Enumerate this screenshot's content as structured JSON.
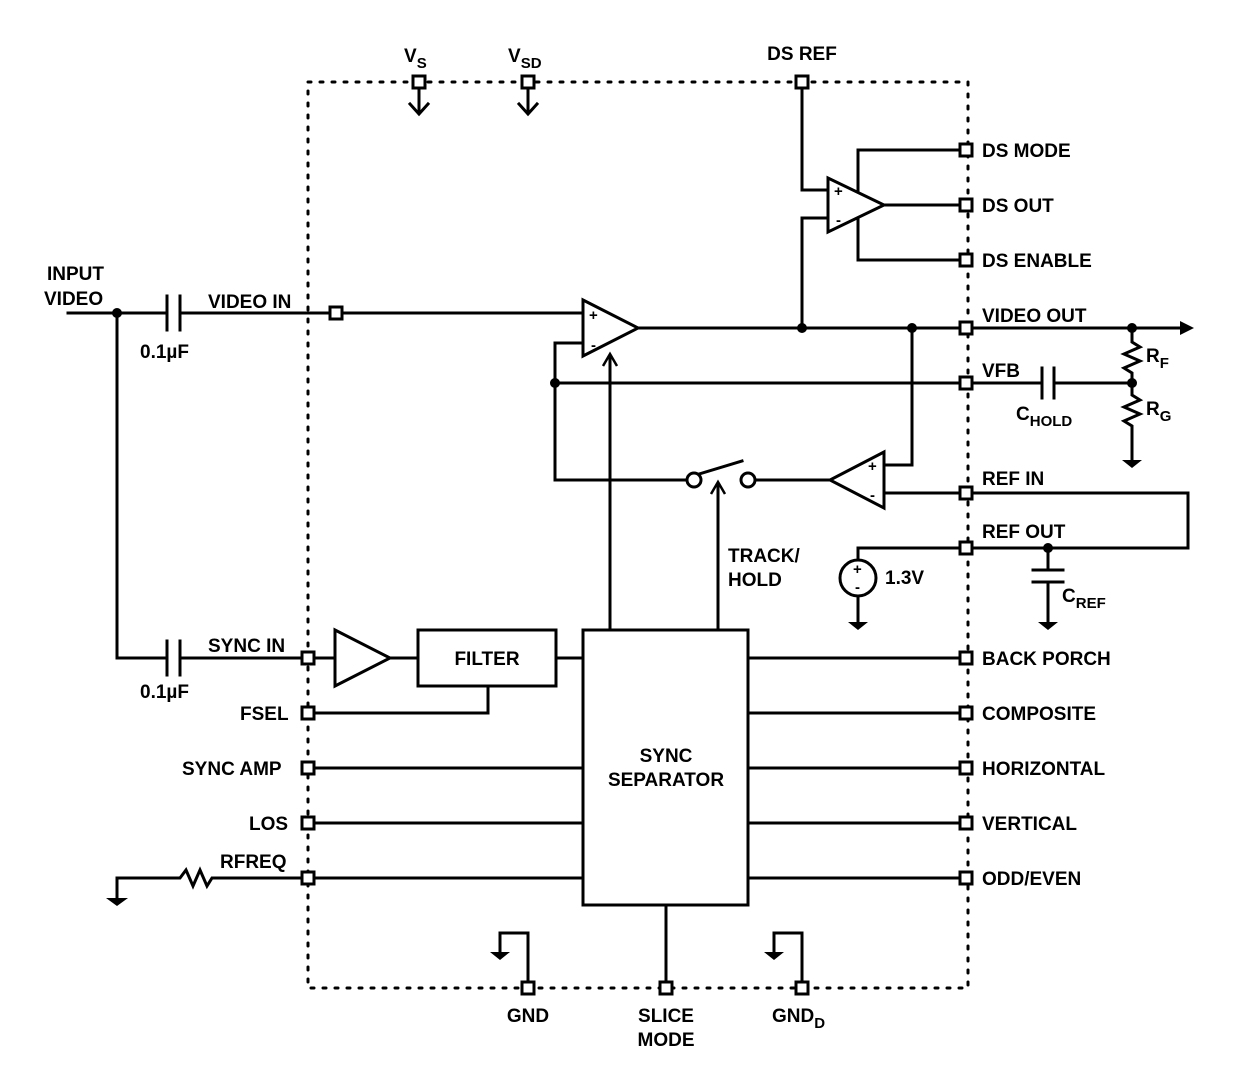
{
  "labels": {
    "input_video_1": "INPUT",
    "input_video_2": "VIDEO",
    "video_in": "VIDEO IN",
    "cap_top": "0.1µF",
    "sync_in": "SYNC IN",
    "cap_bottom": "0.1µF",
    "fsel": "FSEL",
    "sync_amp": "SYNC AMP",
    "los": "LOS",
    "rfreq": "RFREQ",
    "vs_main": "V",
    "vs_sub": "S",
    "vsd_main": "V",
    "vsd_sub": "SD",
    "ds_ref": "DS REF",
    "ds_mode": "DS MODE",
    "ds_out": "DS OUT",
    "ds_enable": "DS ENABLE",
    "video_out": "VIDEO OUT",
    "vfb": "VFB",
    "rf_main": "R",
    "rf_sub": "F",
    "rg_main": "R",
    "rg_sub": "G",
    "chold_main": "C",
    "chold_sub": "HOLD",
    "ref_in": "REF IN",
    "ref_out": "REF OUT",
    "voltage": "1.3V",
    "cref_main": "C",
    "cref_sub": "REF",
    "track_hold_1": "TRACK/",
    "track_hold_2": "HOLD",
    "filter": "FILTER",
    "sync_sep_1": "SYNC",
    "sync_sep_2": "SEPARATOR",
    "back_porch": "BACK PORCH",
    "composite": "COMPOSITE",
    "horizontal": "HORIZONTAL",
    "vertical": "VERTICAL",
    "odd_even": "ODD/EVEN",
    "gnd": "GND",
    "slice_mode_1": "SLICE",
    "slice_mode_2": "MODE",
    "gndd_main": "GND",
    "gndd_sub": "D",
    "plus": "+",
    "minus": "-"
  }
}
